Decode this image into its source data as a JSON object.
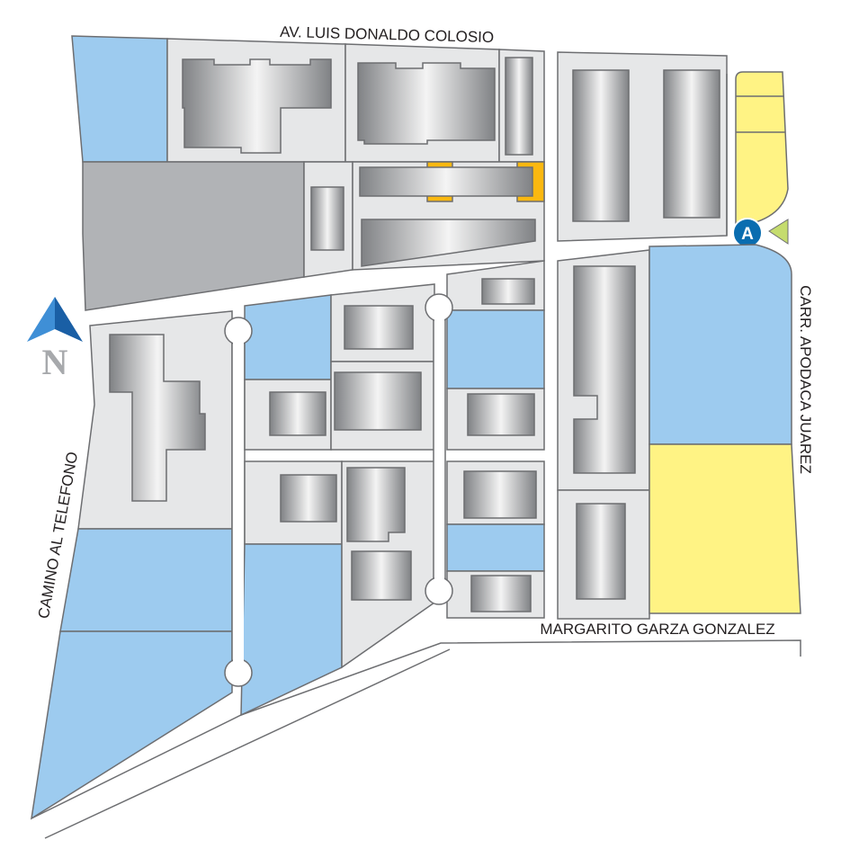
{
  "streets": {
    "north": "AV. LUIS DONALDO COLOSIO",
    "west": "CAMINO AL TELEFONO",
    "east": "CARR. APODACA JUAREZ",
    "south": "MARGARITO GARZA GONZALEZ"
  },
  "north_arrow": {
    "label": "N"
  },
  "marker": {
    "label": "A"
  },
  "colors": {
    "available_lot": "#9dcbef",
    "occupied_lot": "#e6e7e8",
    "highlight_lot": "#fff384",
    "reserved": "#b1b3b6",
    "accent": "#fbb810",
    "marker": "#0a6db0",
    "access_arrow": "#c5dc6e"
  }
}
